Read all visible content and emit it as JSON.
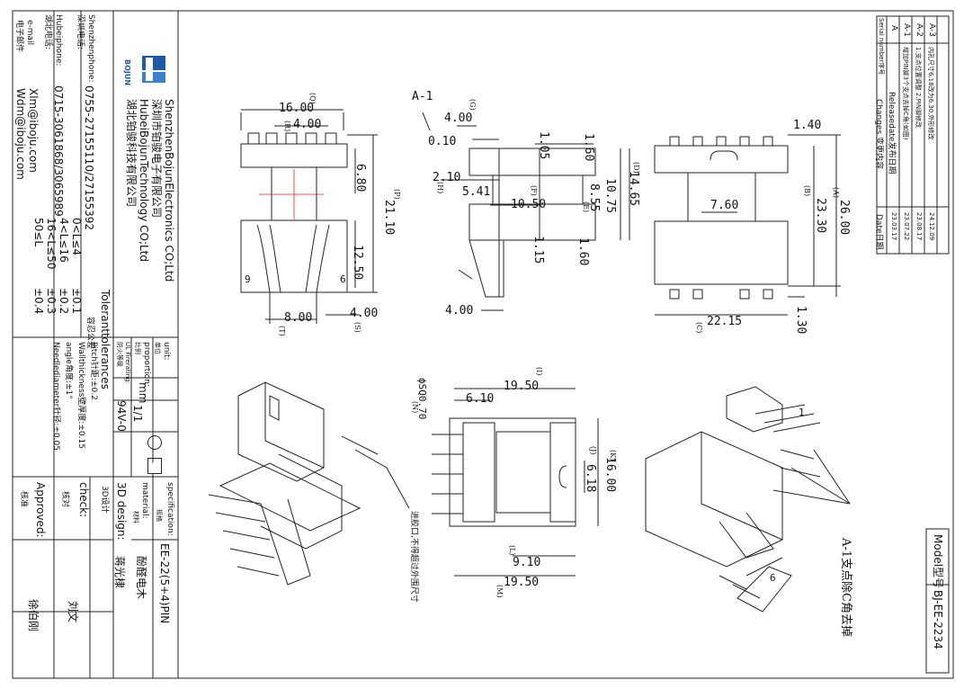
{
  "company": {
    "shenzhen_en_label": "Shenzhenphone:",
    "shenzhen_cn_label": "深圳电话:",
    "shenzhen_phone": "0755-27155110/27155392",
    "hubei_en_label": "Hubeiphone:",
    "hubei_cn_label": "湖北电话:",
    "hubei_phone": "0715-3061868/3065989",
    "email_en_label": "e-mail",
    "email_cn_label": "电子邮件",
    "email1": "Xlm@iboju.com",
    "email2": "Wdm@iboju.com",
    "logo_text": "BOJUN",
    "name_en_1": "ShenzhenBojunElectronics CO;Ltd",
    "name_cn_1": "深圳市铂骏电子有限公司",
    "name_en_2": "HubeiBojunTechnology CO;Ltd",
    "name_cn_2": "湖北铂骏科技有限公司"
  },
  "tolerances": {
    "title_en": "Toleranttolerances",
    "title_cn": "容忍公差",
    "rows": [
      {
        "range": "0<L≤4",
        "tol": "±0.1"
      },
      {
        "range": "4<L≤16",
        "tol": "±0.2"
      },
      {
        "range": "16<L≤50",
        "tol": "±0.3"
      },
      {
        "range": "50≤L",
        "tol": "±0.4"
      }
    ],
    "notes": [
      "Pitch针距:±0.2",
      "Wallthickness壁厚度:±0.15",
      "angle角度:±1°",
      "Needlediameter针径:±0.05"
    ]
  },
  "titleblock": {
    "unit_label": "unit:",
    "unit_cn": "单位",
    "unit_value": "mm",
    "proportion_label": "proportion:",
    "proportion_cn": "比例",
    "proportion_value": "1/1",
    "ul_label": "UL Firerating:",
    "ul_cn": "防火等级",
    "ul_value": "94V-0",
    "spec_label": "specification:",
    "spec_cn": "规格",
    "spec_value": "EE-22(5+4)PIN",
    "material_label": "material:",
    "material_cn": "材料",
    "material_value": "酚醛电木",
    "design_label": "3D design:",
    "design_cn": "3D设计",
    "design_value": "蒋光棣",
    "check_label": "check:",
    "check_cn": "核对",
    "check_value": "刘文",
    "approved_label": "Approved:",
    "approved_cn": "核准",
    "approved_value": "徐伯刚"
  },
  "changes": {
    "col_serial": "Serial number序号",
    "col_changes": "Changes 变更内容",
    "col_date": "Date日期",
    "rows": [
      {
        "serial": "A",
        "change": "Releasedate发布日期",
        "date": "23.03.17"
      },
      {
        "serial": "A-1",
        "change": "增加PIN脚3个支点去掉C角(如图)",
        "date": "23.07.22"
      },
      {
        "serial": "A-2",
        "change": "1.支点位置调整 2.PIN脚修改",
        "date": "23.08.17"
      },
      {
        "serial": "A-3",
        "change": "内孔尺寸6.18改为6.30,外形修改",
        "date": "24.12.09"
      }
    ]
  },
  "model": {
    "label": "Model型号",
    "value": "BJ-EE-2234"
  },
  "dims": {
    "top_view": [
      "16.00",
      "4.00",
      "6.80",
      "21.10",
      "12.50",
      "8.00",
      "4.00",
      "9",
      "6"
    ],
    "top_view_letters": [
      "(Q)",
      "(R)",
      "(P)",
      "(T)",
      "(S)"
    ],
    "side_view": [
      "4.00",
      "0.10",
      "1.05",
      "1.60",
      "2.10",
      "5.41",
      "10.50",
      "14.65",
      "10.75",
      "8.55",
      "1.15",
      "1.60",
      "4.00"
    ],
    "side_view_letters": [
      "(G)",
      "(H)",
      "(F)",
      "(D)",
      "(E)"
    ],
    "section_label": "A-1",
    "front_view": [
      "1.40",
      "26.00",
      "23.30",
      "7.60",
      "22.15",
      "1.30"
    ],
    "front_view_letters": [
      "(A)",
      "(B)",
      "(C)"
    ],
    "bottom_view": [
      "19.50",
      "6.10",
      "ϕSQ0.70",
      "16.00",
      "6.18",
      "9.10",
      "19.50"
    ],
    "bottom_view_letters": [
      "(I)",
      "(N)",
      "(K)",
      "(J)",
      "(L)",
      "(M)"
    ]
  },
  "notes": {
    "left_3d": "进胶口,不得超过外围尺寸",
    "right_3d": "A-1支点除C角去掉",
    "pin1": "1",
    "pin6": "6"
  }
}
